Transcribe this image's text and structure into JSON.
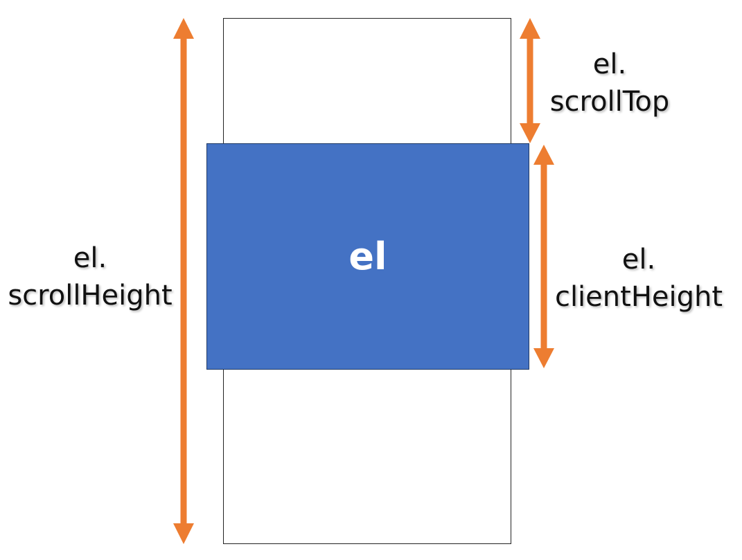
{
  "element_label": "el",
  "labels": {
    "scroll_height": [
      "el.",
      "scrollHeight"
    ],
    "scroll_top": [
      "el.",
      "scrollTop"
    ],
    "client_height": [
      "el.",
      "clientHeight"
    ]
  },
  "colors": {
    "arrow": "#ed7d31",
    "element": "#4472c4"
  }
}
